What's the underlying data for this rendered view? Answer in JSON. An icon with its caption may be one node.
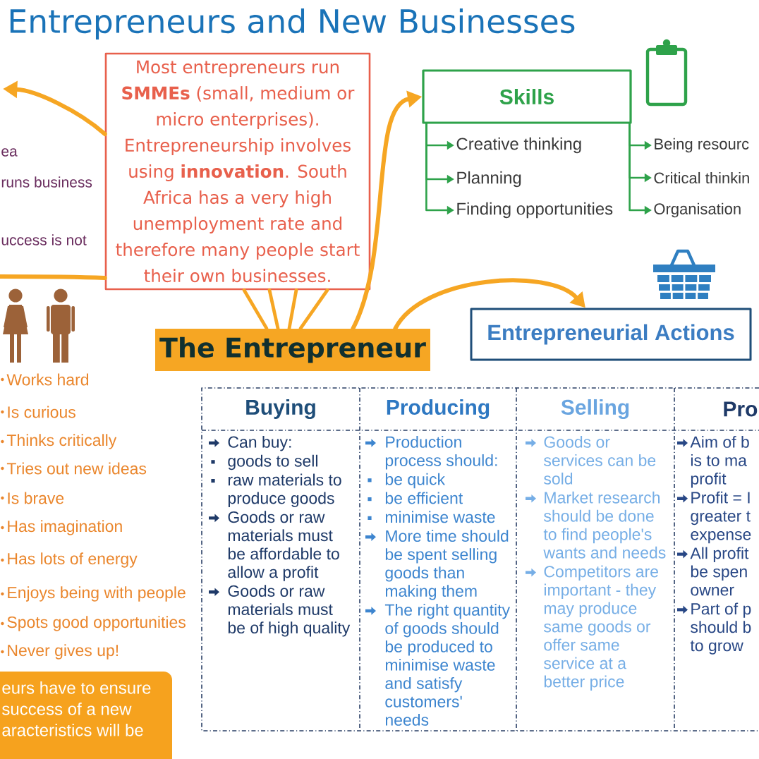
{
  "diagram": {
    "title": "Entrepreneurs and New Businesses",
    "nodes": [
      {
        "text": [
          "Most entrepreneurs run **SMMEs** (small, medium or micro enterprises). Entrepreneurship involves using **innovation**. South Africa has a very high unemployment rate and therefore many people start their own businesses."
        ]
      },
      {
        "text": [
          "Skills"
        ]
      },
      {
        "text": [
          "Creative thinking"
        ]
      },
      {
        "text": [
          "Planning"
        ]
      },
      {
        "text": [
          "Finding opportunities"
        ]
      },
      {
        "text": [
          "Being resourc"
        ]
      },
      {
        "text": [
          "Critical thinkin"
        ]
      },
      {
        "text": [
          "Organisation"
        ]
      },
      {
        "text": [
          "The Entrepreneur"
        ]
      },
      {
        "text": [
          "Entrepreneurial Actions"
        ]
      },
      {
        "text": [
          "eurs have to ensure success of a new aracteristics will be"
        ]
      }
    ],
    "edges": [
      {
        "from": 0,
        "to": null,
        "arrow": "to"
      },
      {
        "from": 8,
        "to": 1,
        "arrow": "to"
      },
      {
        "from": 0,
        "to": null,
        "arrow": "none"
      },
      {
        "from": 8,
        "to": 0,
        "arrow": "none"
      },
      {
        "from": 8,
        "to": 0,
        "arrow": "none"
      },
      {
        "from": 8,
        "to": 0,
        "arrow": "none"
      },
      {
        "from": 8,
        "to": 0,
        "arrow": "none"
      },
      {
        "from": 8,
        "to": 9,
        "arrow": "to"
      },
      {
        "from": 1,
        "to": 2,
        "arrow": "to",
        "color": "#2ea24a"
      },
      {
        "from": 1,
        "to": 3,
        "arrow": "to",
        "color": "#2ea24a"
      },
      {
        "from": 1,
        "to": 4,
        "arrow": "to",
        "color": "#2ea24a"
      },
      {
        "from": 1,
        "to": 5,
        "arrow": "to",
        "color": "#2ea24a"
      },
      {
        "from": 1,
        "to": 6,
        "arrow": "to",
        "color": "#2ea24a"
      },
      {
        "from": 1,
        "to": 7,
        "arrow": "to",
        "color": "#2ea24a"
      }
    ],
    "labels": [
      "ea",
      "runs business",
      "uccess is not",
      "Works hard",
      "Is curious",
      "Thinks critically",
      "Tries out new ideas",
      "Is brave",
      "Has imagination",
      "Has lots of energy",
      "Enjoys being with people",
      "Spots good opportunities",
      "Never gives up!",
      "Buying",
      "Producing",
      "Selling",
      "Pro",
      "Can buy:",
      "goods to sell",
      "raw materials to produce goods",
      "Goods or raw materials must be affordable to allow a profit",
      "Goods or raw materials must be of high quality",
      "Production process should:",
      "be quick",
      "be efficient",
      "minimise waste",
      "More time should be spent selling goods than making them",
      "The right quantity of goods should be produced to minimise waste and satisfy customers' needs",
      "Goods or services can be sold",
      "Market research should be done to find people's wants and needs",
      "Competitors are important - they may produce same goods or offer same service at a better price",
      "Aim of b is to ma profit",
      "Profit = I greater t expense",
      "All profit be spen owner",
      "Part of p should b to grow"
    ]
  }
}
